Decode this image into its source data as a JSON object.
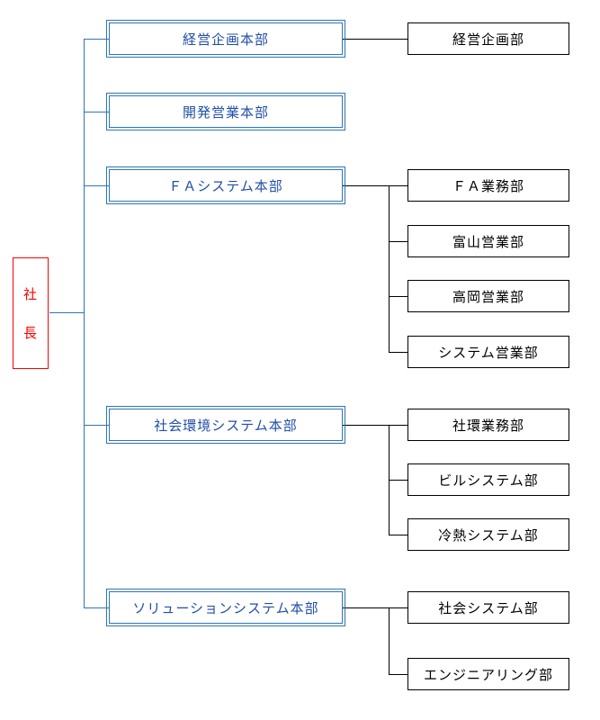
{
  "chart": {
    "title": "organization-chart",
    "president": {
      "label": "社長",
      "chars": [
        "社",
        "長"
      ]
    },
    "divisions": [
      {
        "label": "経営企画本部",
        "departments": [
          "経営企画部"
        ]
      },
      {
        "label": "開発営業本部",
        "departments": []
      },
      {
        "label": "ＦＡシステム本部",
        "departments": [
          "ＦＡ業務部",
          "富山営業部",
          "高岡営業部",
          "システム営業部"
        ]
      },
      {
        "label": "社会環境システム本部",
        "departments": [
          "社環業務部",
          "ビルシステム部",
          "冷熱システム部"
        ]
      },
      {
        "label": "ソリューションシステム本部",
        "departments": [
          "社会システム部",
          "エンジニアリング部"
        ]
      }
    ],
    "colors": {
      "division_border": "#2e75b6",
      "division_text": "#1f4ea8",
      "president_border": "#ff0000",
      "president_text": "#ff0000",
      "department_border": "#000000",
      "department_text": "#000000",
      "connector_left": "#2e75b6",
      "connector_right": "#000000"
    }
  }
}
